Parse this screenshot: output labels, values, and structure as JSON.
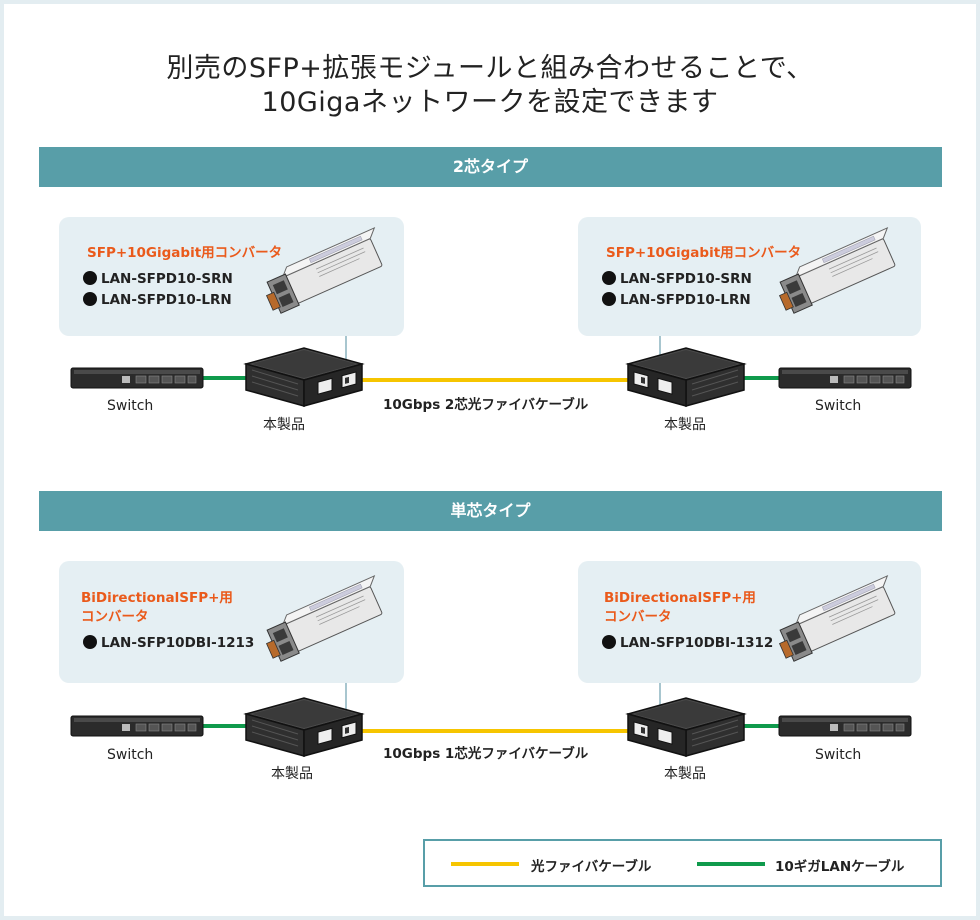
{
  "title": {
    "line1": "別売のSFP+拡張モジュールと組み合わせることで、",
    "line2": "10Gigaネットワークを設定できます"
  },
  "colors": {
    "band": "#589ea8",
    "fiber": "#f6c500",
    "lan": "#0f9a4c",
    "accent": "#ea5a1b",
    "box": "#e5eff3"
  },
  "sections": [
    {
      "header": "2芯タイプ",
      "left_box": {
        "title": "SFP+10Gigabit用コンバータ",
        "models": [
          "LAN-SFPD10-SRN",
          "LAN-SFPD10-LRN"
        ]
      },
      "right_box": {
        "title": "SFP+10Gigabit用コンバータ",
        "models": [
          "LAN-SFPD10-SRN",
          "LAN-SFPD10-LRN"
        ]
      },
      "switch_label": "Switch",
      "product_label": "本製品",
      "cable_label": "10Gbps 2芯光ファイバケーブル"
    },
    {
      "header": "単芯タイプ",
      "left_box": {
        "title_line1": "BiDirectionalSFP+用",
        "title_line2": "コンバータ",
        "models": [
          "LAN-SFP10DBI-1213"
        ]
      },
      "right_box": {
        "title_line1": "BiDirectionalSFP+用",
        "title_line2": "コンバータ",
        "models": [
          "LAN-SFP10DBI-1312"
        ]
      },
      "switch_label": "Switch",
      "product_label": "本製品",
      "cable_label": "10Gbps 1芯光ファイバケーブル"
    }
  ],
  "legend": {
    "fiber": "光ファイバケーブル",
    "lan": "10ギガLANケーブル"
  }
}
